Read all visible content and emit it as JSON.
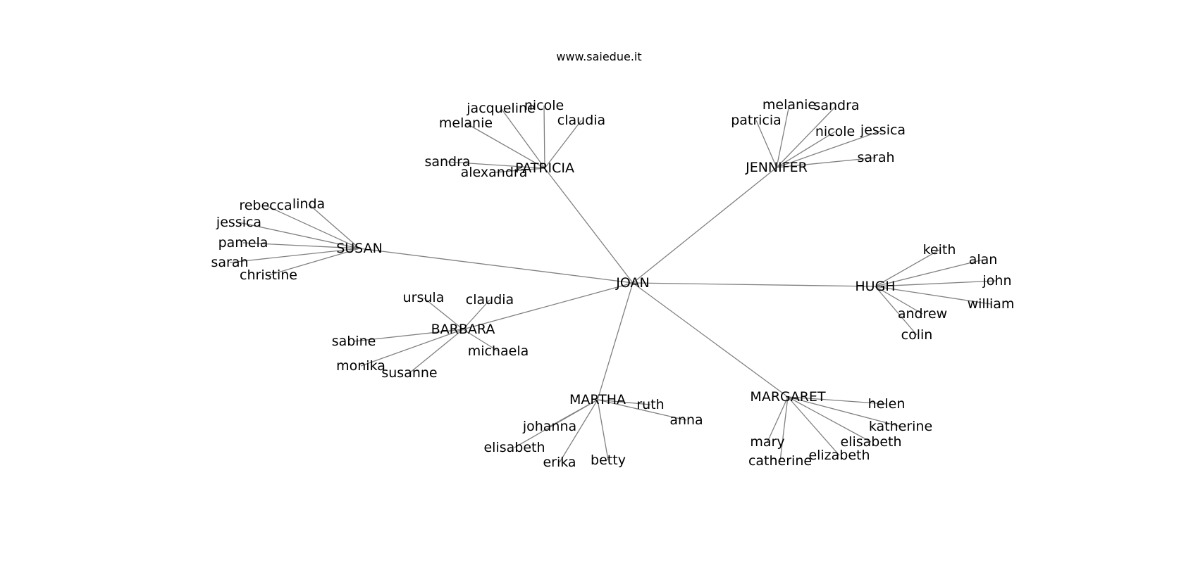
{
  "header": {
    "title": "www.saiedue.it"
  },
  "colors": {
    "edge": "#808080",
    "label": "#000000",
    "background": "#ffffff"
  },
  "graph": {
    "nodes": [
      {
        "id": "JOAN",
        "label": "JOAN"
      },
      {
        "id": "PATRICIA",
        "label": "PATRICIA"
      },
      {
        "id": "JENNIFER",
        "label": "JENNIFER"
      },
      {
        "id": "SUSAN",
        "label": "SUSAN"
      },
      {
        "id": "HUGH",
        "label": "HUGH"
      },
      {
        "id": "BARBARA",
        "label": "BARBARA"
      },
      {
        "id": "MARTHA",
        "label": "MARTHA"
      },
      {
        "id": "MARGARET",
        "label": "MARGARET"
      },
      {
        "id": "patricia_melanie",
        "label": "melanie"
      },
      {
        "id": "patricia_jacqueline",
        "label": "jacqueline"
      },
      {
        "id": "patricia_nicole",
        "label": "nicole"
      },
      {
        "id": "patricia_claudia",
        "label": "claudia"
      },
      {
        "id": "patricia_sandra",
        "label": "sandra"
      },
      {
        "id": "patricia_alexandra",
        "label": "alexandra"
      },
      {
        "id": "jennifer_melanie",
        "label": "melanie"
      },
      {
        "id": "jennifer_sandra",
        "label": "sandra"
      },
      {
        "id": "jennifer_patricia",
        "label": "patricia"
      },
      {
        "id": "jennifer_nicole",
        "label": "nicole"
      },
      {
        "id": "jennifer_jessica",
        "label": "jessica"
      },
      {
        "id": "jennifer_sarah",
        "label": "sarah"
      },
      {
        "id": "susan_rebecca",
        "label": "rebecca"
      },
      {
        "id": "susan_linda",
        "label": "linda"
      },
      {
        "id": "susan_jessica",
        "label": "jessica"
      },
      {
        "id": "susan_pamela",
        "label": "pamela"
      },
      {
        "id": "susan_sarah",
        "label": "sarah"
      },
      {
        "id": "susan_christine",
        "label": "christine"
      },
      {
        "id": "hugh_keith",
        "label": "keith"
      },
      {
        "id": "hugh_alan",
        "label": "alan"
      },
      {
        "id": "hugh_john",
        "label": "john"
      },
      {
        "id": "hugh_william",
        "label": "william"
      },
      {
        "id": "hugh_andrew",
        "label": "andrew"
      },
      {
        "id": "hugh_colin",
        "label": "colin"
      },
      {
        "id": "barbara_ursula",
        "label": "ursula"
      },
      {
        "id": "barbara_claudia",
        "label": "claudia"
      },
      {
        "id": "barbara_sabine",
        "label": "sabine"
      },
      {
        "id": "barbara_michaela",
        "label": "michaela"
      },
      {
        "id": "barbara_monika",
        "label": "monika"
      },
      {
        "id": "barbara_susanne",
        "label": "susanne"
      },
      {
        "id": "martha_ruth",
        "label": "ruth"
      },
      {
        "id": "martha_anna",
        "label": "anna"
      },
      {
        "id": "martha_johanna",
        "label": "johanna"
      },
      {
        "id": "martha_elisabeth",
        "label": "elisabeth"
      },
      {
        "id": "martha_erika",
        "label": "erika"
      },
      {
        "id": "martha_betty",
        "label": "betty"
      },
      {
        "id": "margaret_helen",
        "label": "helen"
      },
      {
        "id": "margaret_katherine",
        "label": "katherine"
      },
      {
        "id": "margaret_elisabeth",
        "label": "elisabeth"
      },
      {
        "id": "margaret_mary",
        "label": "mary"
      },
      {
        "id": "margaret_elizabeth",
        "label": "elizabeth"
      },
      {
        "id": "margaret_catherine",
        "label": "catherine"
      }
    ],
    "edges": [
      [
        "JOAN",
        "PATRICIA"
      ],
      [
        "JOAN",
        "JENNIFER"
      ],
      [
        "JOAN",
        "SUSAN"
      ],
      [
        "JOAN",
        "HUGH"
      ],
      [
        "JOAN",
        "BARBARA"
      ],
      [
        "JOAN",
        "MARTHA"
      ],
      [
        "JOAN",
        "MARGARET"
      ],
      [
        "PATRICIA",
        "patricia_melanie"
      ],
      [
        "PATRICIA",
        "patricia_jacqueline"
      ],
      [
        "PATRICIA",
        "patricia_nicole"
      ],
      [
        "PATRICIA",
        "patricia_claudia"
      ],
      [
        "PATRICIA",
        "patricia_sandra"
      ],
      [
        "PATRICIA",
        "patricia_alexandra"
      ],
      [
        "JENNIFER",
        "jennifer_melanie"
      ],
      [
        "JENNIFER",
        "jennifer_sandra"
      ],
      [
        "JENNIFER",
        "jennifer_patricia"
      ],
      [
        "JENNIFER",
        "jennifer_nicole"
      ],
      [
        "JENNIFER",
        "jennifer_jessica"
      ],
      [
        "JENNIFER",
        "jennifer_sarah"
      ],
      [
        "SUSAN",
        "susan_rebecca"
      ],
      [
        "SUSAN",
        "susan_linda"
      ],
      [
        "SUSAN",
        "susan_jessica"
      ],
      [
        "SUSAN",
        "susan_pamela"
      ],
      [
        "SUSAN",
        "susan_sarah"
      ],
      [
        "SUSAN",
        "susan_christine"
      ],
      [
        "HUGH",
        "hugh_keith"
      ],
      [
        "HUGH",
        "hugh_alan"
      ],
      [
        "HUGH",
        "hugh_john"
      ],
      [
        "HUGH",
        "hugh_william"
      ],
      [
        "HUGH",
        "hugh_andrew"
      ],
      [
        "HUGH",
        "hugh_colin"
      ],
      [
        "BARBARA",
        "barbara_ursula"
      ],
      [
        "BARBARA",
        "barbara_claudia"
      ],
      [
        "BARBARA",
        "barbara_sabine"
      ],
      [
        "BARBARA",
        "barbara_michaela"
      ],
      [
        "BARBARA",
        "barbara_monika"
      ],
      [
        "BARBARA",
        "barbara_susanne"
      ],
      [
        "MARTHA",
        "martha_ruth"
      ],
      [
        "MARTHA",
        "martha_anna"
      ],
      [
        "MARTHA",
        "martha_johanna"
      ],
      [
        "MARTHA",
        "martha_elisabeth"
      ],
      [
        "MARTHA",
        "martha_erika"
      ],
      [
        "MARTHA",
        "martha_betty"
      ],
      [
        "MARGARET",
        "margaret_helen"
      ],
      [
        "MARGARET",
        "margaret_katherine"
      ],
      [
        "MARGARET",
        "margaret_elisabeth"
      ],
      [
        "MARGARET",
        "margaret_mary"
      ],
      [
        "MARGARET",
        "margaret_elizabeth"
      ],
      [
        "MARGARET",
        "margaret_catherine"
      ]
    ]
  }
}
